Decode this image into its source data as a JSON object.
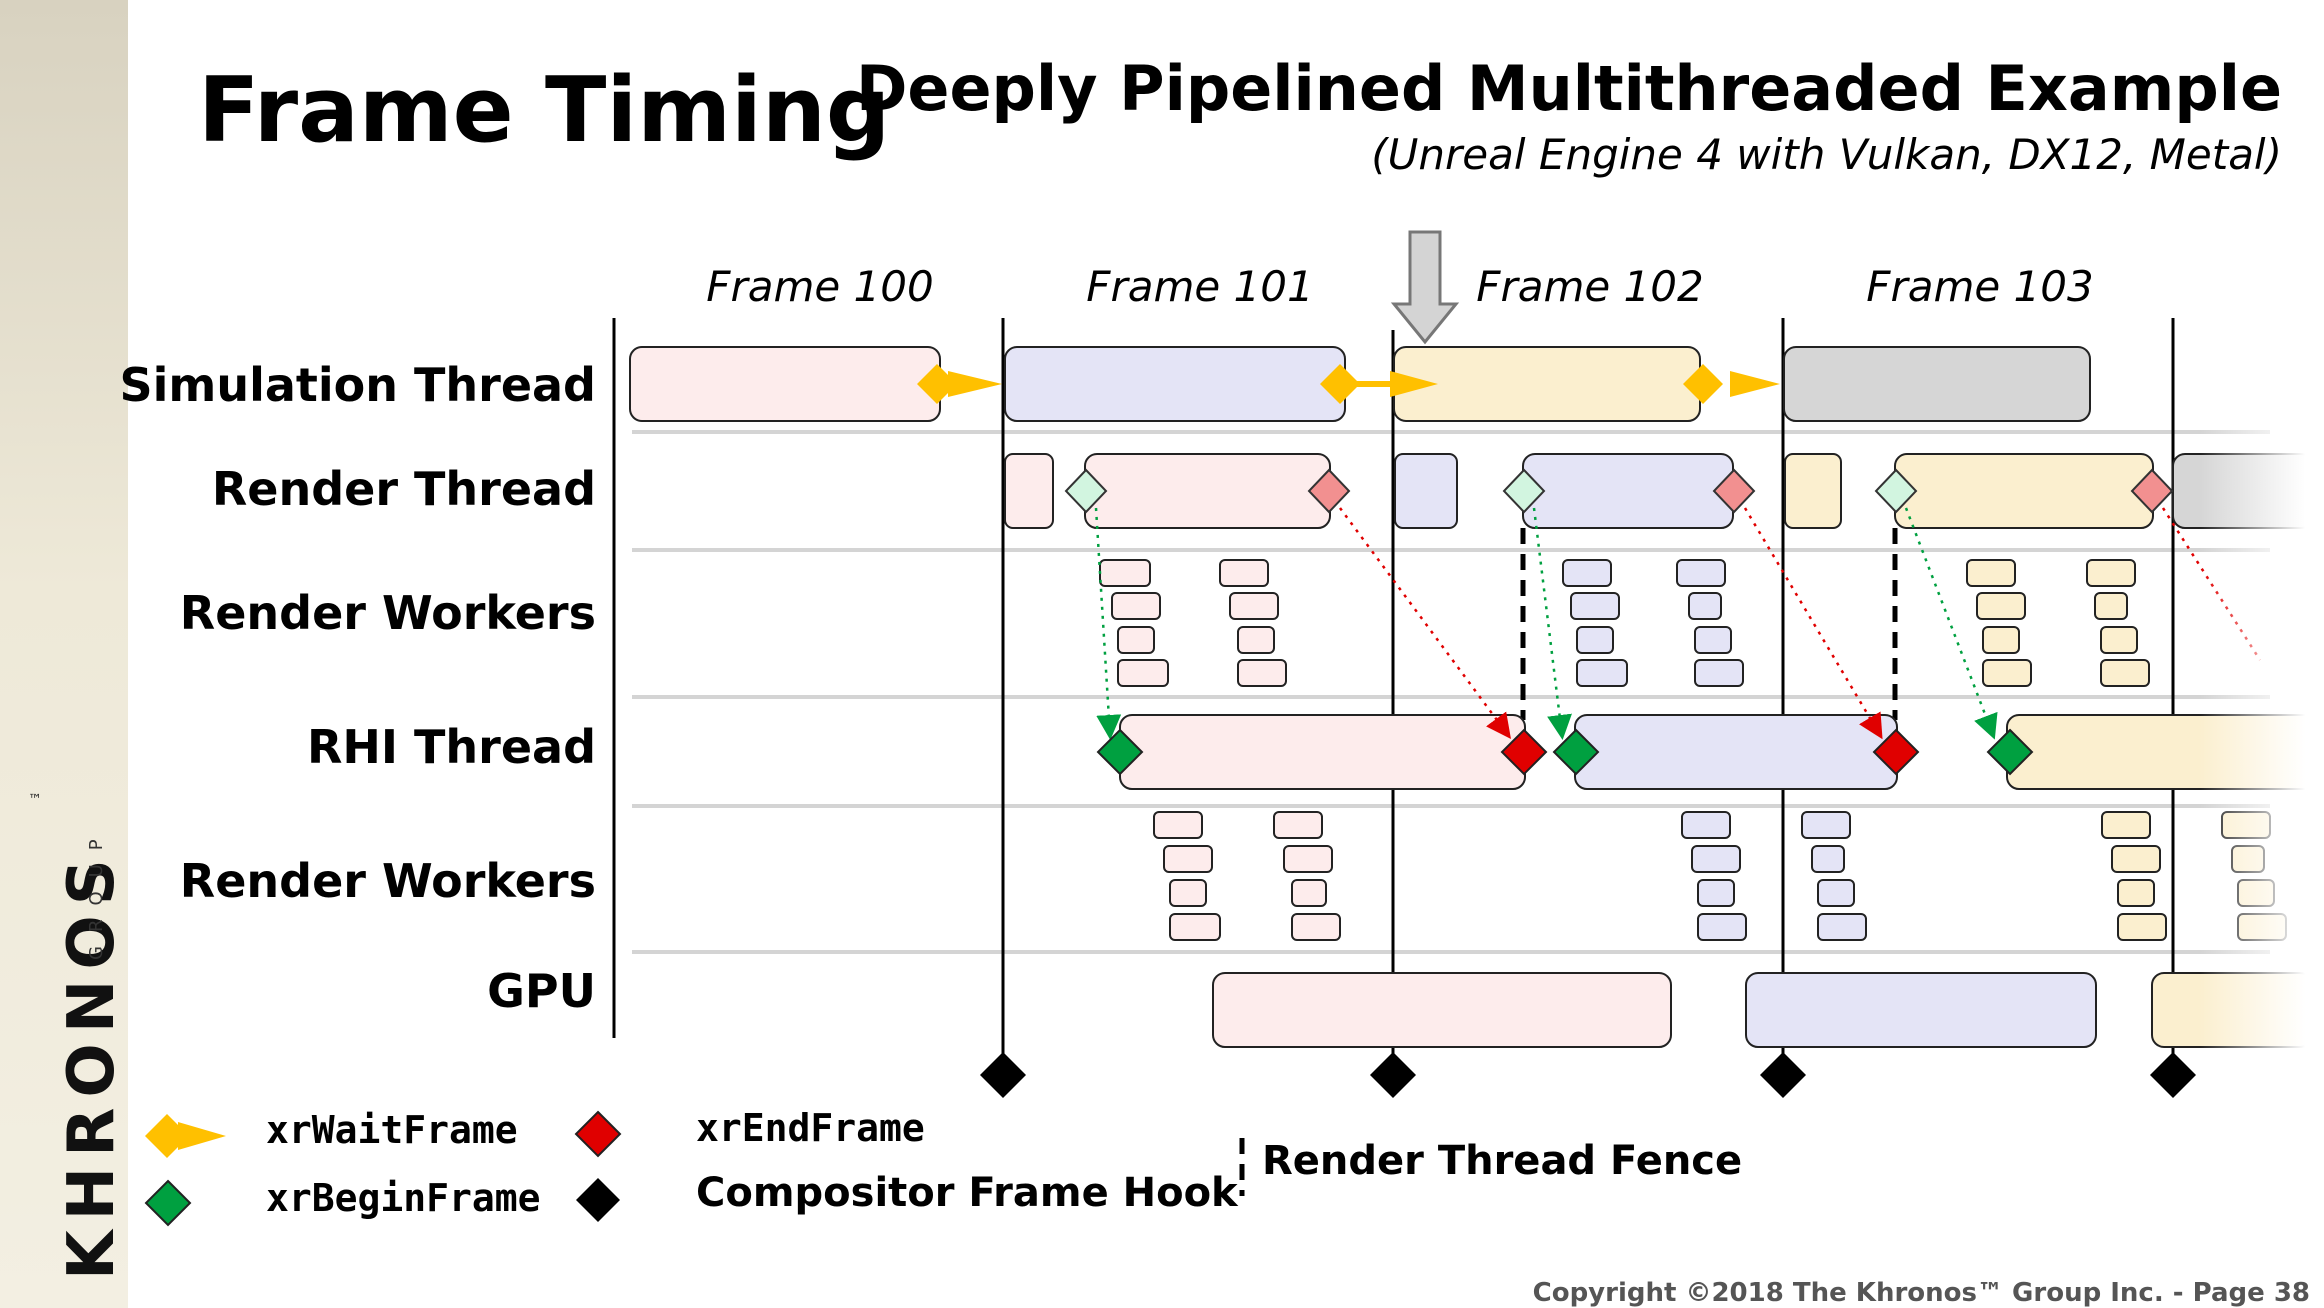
{
  "slide": {
    "title": "Frame Timing",
    "subtitle": "Deeply Pipelined Multithreaded Example",
    "subtitle_note": "(Unreal Engine 4 with Vulkan, DX12, Metal)",
    "copyright": "Copyright ©2018 The Khronos™ Group Inc. - Page 38"
  },
  "logo": {
    "name": "KHRONOS",
    "group": "GROUP",
    "tm": "™"
  },
  "frames": [
    "Frame 100",
    "Frame 101",
    "Frame 102",
    "Frame 103"
  ],
  "lanes": [
    "Simulation Thread",
    "Render Thread",
    "Render Workers",
    "RHI Thread",
    "Render Workers",
    "GPU"
  ],
  "legend": {
    "wait": "xrWaitFrame",
    "begin": "xrBeginFrame",
    "end": "xrEndFrame",
    "hook": "Compositor Frame Hook",
    "fence": "Render Thread Fence"
  },
  "colors": {
    "frame100": "#fdecec",
    "frame101": "#e4e4f6",
    "frame102": "#fbefcf",
    "frame103": "#d6d6d6",
    "wait_arrow": "#ffc000",
    "begin_diamond": "#00a040",
    "begin_diamond_light": "#d2f5e0",
    "end_diamond": "#e00000",
    "end_diamond_light": "#f29090",
    "hook_diamond": "#000000"
  }
}
